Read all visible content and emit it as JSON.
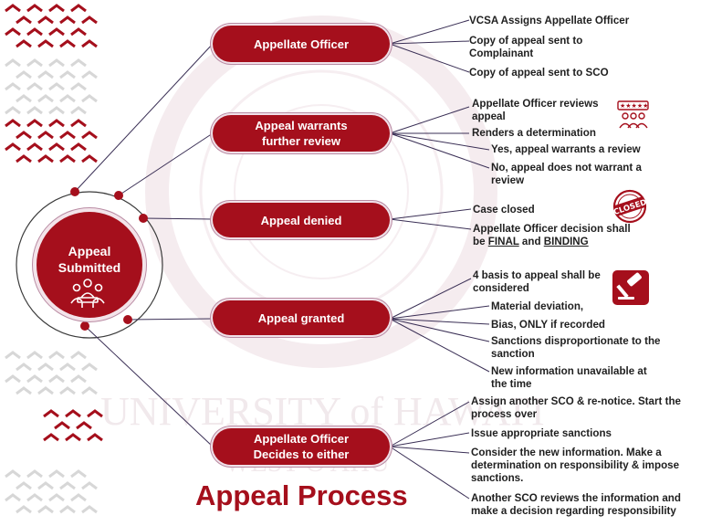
{
  "center": {
    "title_line1": "Appeal",
    "title_line2": "Submitted"
  },
  "title": "Appeal Process",
  "watermark": {
    "line1": "UNIVERSITY of HAWAI'I",
    "line2": "WEST O'AHU"
  },
  "colors": {
    "accent": "#a50f1c",
    "pattern_dark": "#a50f1c",
    "pattern_light": "#d7d7d7",
    "text": "#1f1f1f"
  },
  "nodes": [
    {
      "label_line1": "Appellate Officer",
      "label_line2": ""
    },
    {
      "label_line1": "Appeal warrants",
      "label_line2": "further review"
    },
    {
      "label_line1": "Appeal denied",
      "label_line2": ""
    },
    {
      "label_line1": "Appeal granted",
      "label_line2": ""
    },
    {
      "label_line1": "Appellate Officer",
      "label_line2": "Decides to either"
    }
  ],
  "notes": {
    "officer": [
      "VCSA Assigns Appellate Officer",
      "Copy of appeal sent to",
      "Complainant",
      "Copy of appeal sent to SCO"
    ],
    "review": [
      "Appellate Officer reviews",
      "appeal",
      "Renders a determination",
      "Yes, appeal warrants a review",
      "No, appeal does not warrant a",
      "review"
    ],
    "denied": {
      "case_closed": "Case closed",
      "decision_line1": "Appellate Officer decision shall",
      "decision_prefix": "be ",
      "final": "FINAL",
      "and": " and ",
      "binding": "BINDING"
    },
    "granted": [
      "4 basis to appeal shall be",
      "considered",
      "Material deviation,",
      "Bias, ONLY if recorded",
      "Sanctions disproportionate to the",
      "sanction",
      "New information unavailable at",
      "the time"
    ],
    "decides": [
      "Assign another SCO & re-notice. Start the",
      "process over",
      "Issue appropriate sanctions",
      "Consider the new information. Make a",
      "determination on responsibility & impose",
      "sanctions.",
      "Another SCO reviews the information and",
      "make a decision regarding responsibility"
    ]
  },
  "icons": {
    "center": "group-meeting-icon",
    "review": "rating-review-icon",
    "denied": "closed-stamp-icon",
    "denied_text": "CLOSED",
    "granted": "gavel-icon"
  }
}
